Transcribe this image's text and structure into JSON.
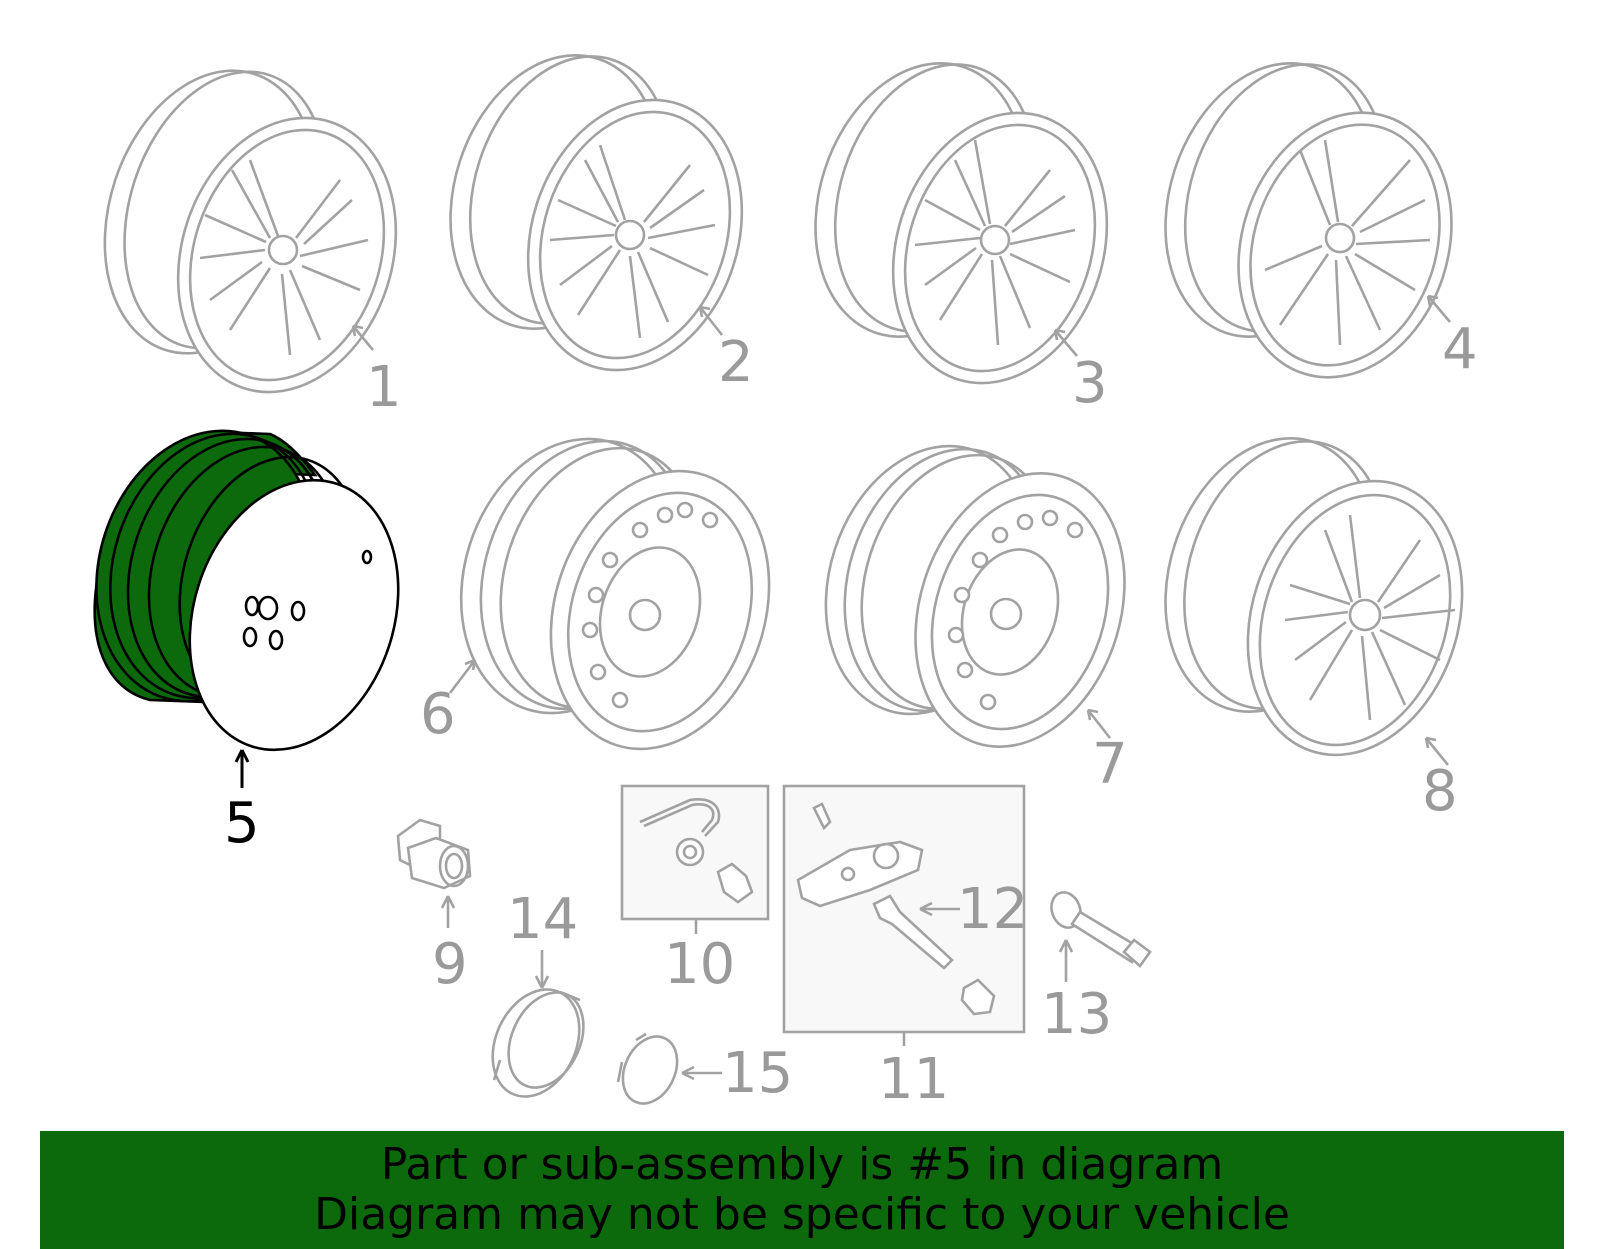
{
  "callouts": {
    "c1": "1",
    "c2": "2",
    "c3": "3",
    "c4": "4",
    "c5": "5",
    "c6": "6",
    "c7": "7",
    "c8": "8",
    "c9": "9",
    "c10": "10",
    "c11": "11",
    "c12": "12",
    "c13": "13",
    "c14": "14",
    "c15": "15"
  },
  "highlight": {
    "part": "5",
    "color": "#0c6a0c"
  },
  "banner": {
    "line1": "Part or sub-assembly is #5 in diagram",
    "line2": "Diagram may not be specific to your vehicle"
  }
}
